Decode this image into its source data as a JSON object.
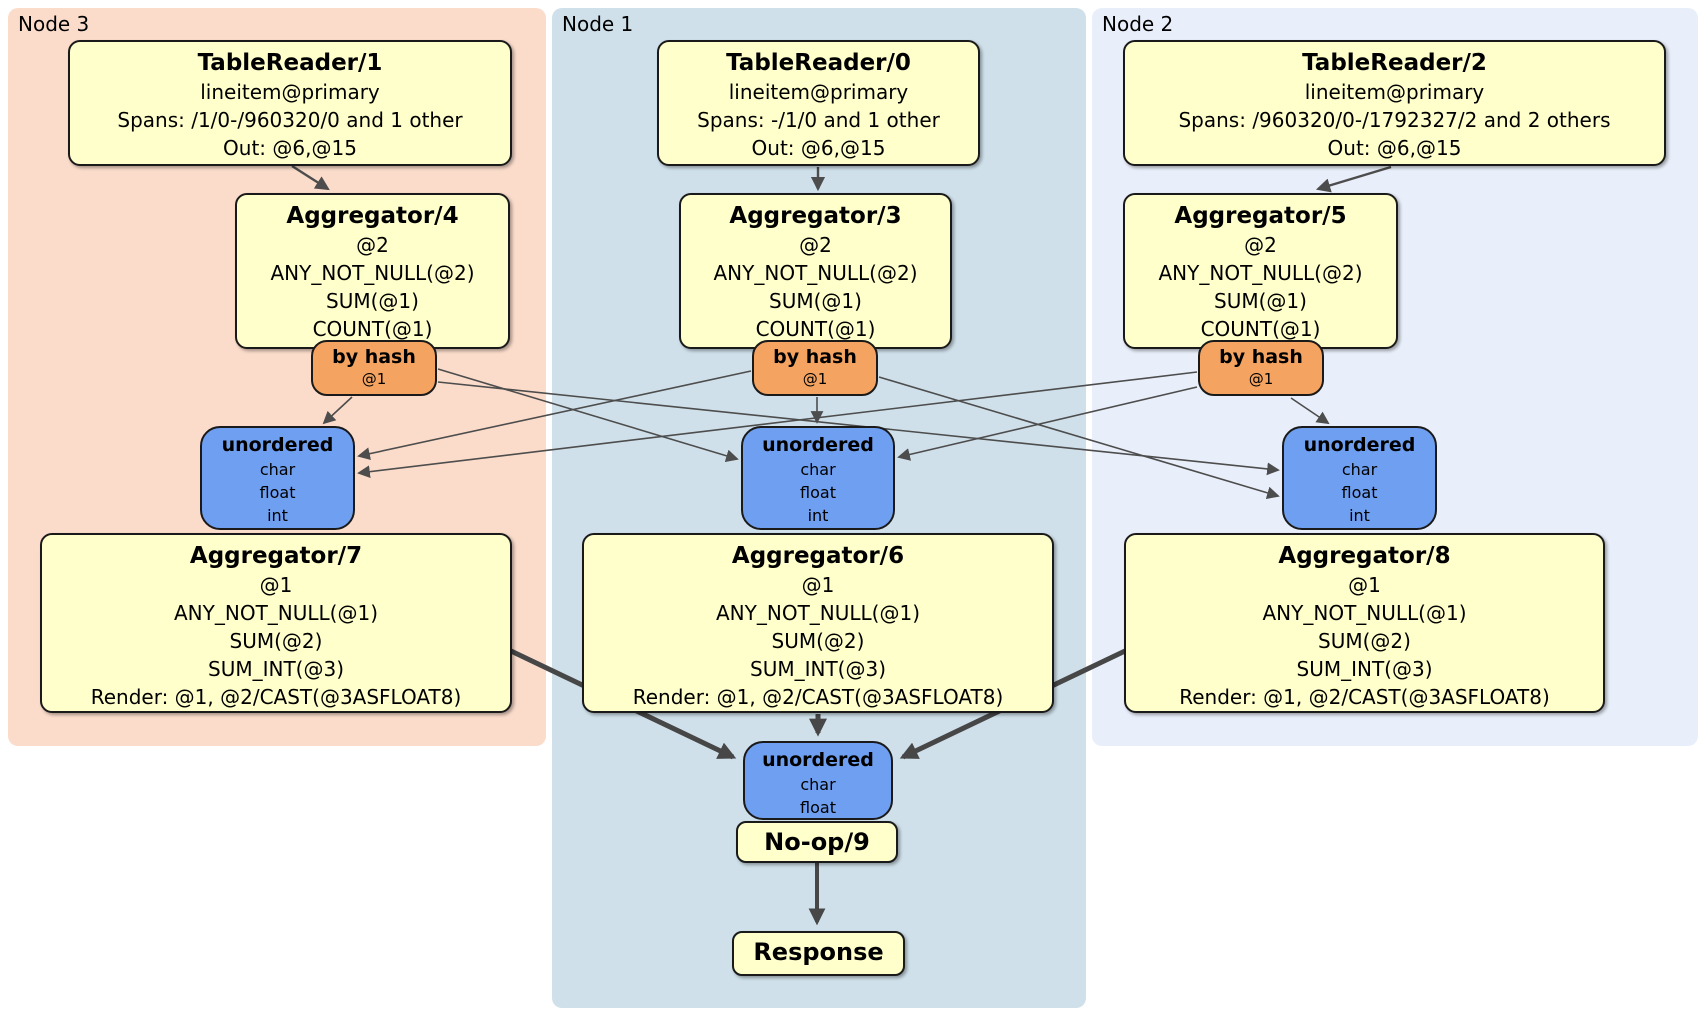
{
  "groups": {
    "node3": {
      "label": "Node 3"
    },
    "node1": {
      "label": "Node 1"
    },
    "node2": {
      "label": "Node 2"
    }
  },
  "processors": {
    "tr1": {
      "title": "TableReader/1",
      "lines": [
        "lineitem@primary",
        "Spans: /1/0-/960320/0 and 1 other",
        "Out: @6,@15"
      ]
    },
    "tr0": {
      "title": "TableReader/0",
      "lines": [
        "lineitem@primary",
        "Spans: -/1/0 and 1 other",
        "Out: @6,@15"
      ]
    },
    "tr2": {
      "title": "TableReader/2",
      "lines": [
        "lineitem@primary",
        "Spans: /960320/0-/1792327/2 and 2 others",
        "Out: @6,@15"
      ]
    },
    "agg4": {
      "title": "Aggregator/4",
      "lines": [
        "@2",
        "ANY_NOT_NULL(@2)",
        "SUM(@1)",
        "COUNT(@1)"
      ]
    },
    "agg3": {
      "title": "Aggregator/3",
      "lines": [
        "@2",
        "ANY_NOT_NULL(@2)",
        "SUM(@1)",
        "COUNT(@1)"
      ]
    },
    "agg5": {
      "title": "Aggregator/5",
      "lines": [
        "@2",
        "ANY_NOT_NULL(@2)",
        "SUM(@1)",
        "COUNT(@1)"
      ]
    },
    "agg7": {
      "title": "Aggregator/7",
      "lines": [
        "@1",
        "ANY_NOT_NULL(@1)",
        "SUM(@2)",
        "SUM_INT(@3)",
        "Render: @1, @2/CAST(@3ASFLOAT8)"
      ]
    },
    "agg6": {
      "title": "Aggregator/6",
      "lines": [
        "@1",
        "ANY_NOT_NULL(@1)",
        "SUM(@2)",
        "SUM_INT(@3)",
        "Render: @1, @2/CAST(@3ASFLOAT8)"
      ]
    },
    "agg8": {
      "title": "Aggregator/8",
      "lines": [
        "@1",
        "ANY_NOT_NULL(@1)",
        "SUM(@2)",
        "SUM_INT(@3)",
        "Render: @1, @2/CAST(@3ASFLOAT8)"
      ]
    },
    "noop": {
      "title": "No-op/9"
    },
    "response": {
      "title": "Response"
    }
  },
  "routers": {
    "r3": {
      "label": "by hash",
      "detail": "@1"
    },
    "r1": {
      "label": "by hash",
      "detail": "@1"
    },
    "r2": {
      "label": "by hash",
      "detail": "@1"
    }
  },
  "streams": {
    "s3": {
      "label": "unordered",
      "types": [
        "char",
        "float",
        "int"
      ]
    },
    "s1": {
      "label": "unordered",
      "types": [
        "char",
        "float",
        "int"
      ]
    },
    "s2": {
      "label": "unordered",
      "types": [
        "char",
        "float",
        "int"
      ]
    },
    "final": {
      "label": "unordered",
      "types": [
        "char",
        "float"
      ]
    }
  },
  "colors": {
    "processor_fill": "#ffffcc",
    "router_fill": "#f4a460",
    "stream_fill": "#6e9ff0",
    "node3_bg": "#fbdccb",
    "node1_bg": "#cfe0ea",
    "node2_bg": "#e9effa",
    "edge": "#4d4d4d"
  }
}
